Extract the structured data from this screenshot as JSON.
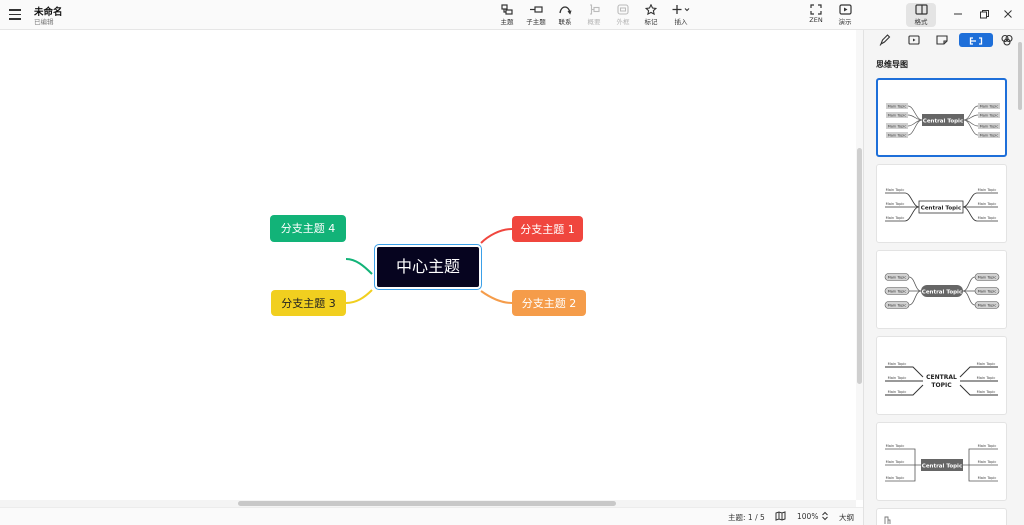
{
  "document": {
    "title": "未命名",
    "status": "已编辑"
  },
  "toolbar": {
    "topic": "主题",
    "subtopic": "子主题",
    "relationship": "联系",
    "summary": "概要",
    "boundary": "外框",
    "marker": "标记",
    "insert": "插入",
    "zen": "ZEN",
    "present": "演示",
    "format": "格式"
  },
  "mindmap": {
    "central": "中心主题",
    "branches": [
      {
        "label": "分支主题 1",
        "color": "#f0463e"
      },
      {
        "label": "分支主题 2",
        "color": "#f59c4a"
      },
      {
        "label": "分支主题 3",
        "color": "#f1cf1f"
      },
      {
        "label": "分支主题 4",
        "color": "#12b378"
      }
    ]
  },
  "statusbar": {
    "topics": "主题: 1 / 5",
    "zoom": "100%",
    "outline": "大纲"
  },
  "panel": {
    "section_title": "思维导图",
    "templates": [
      {
        "central": "Central Topic",
        "main": "Main Topic"
      },
      {
        "central": "Central Topic",
        "main": "Main Topic"
      },
      {
        "central": "Central Topic",
        "main": "Main Topic"
      },
      {
        "central": "CENTRAL TOPIC",
        "main": "Main Topic"
      },
      {
        "central": "Central Topic",
        "main": "Main Topic"
      }
    ]
  },
  "colors": {
    "accent": "#1e6fd9",
    "central": "#06041f",
    "selection": "#3ba0e8"
  }
}
